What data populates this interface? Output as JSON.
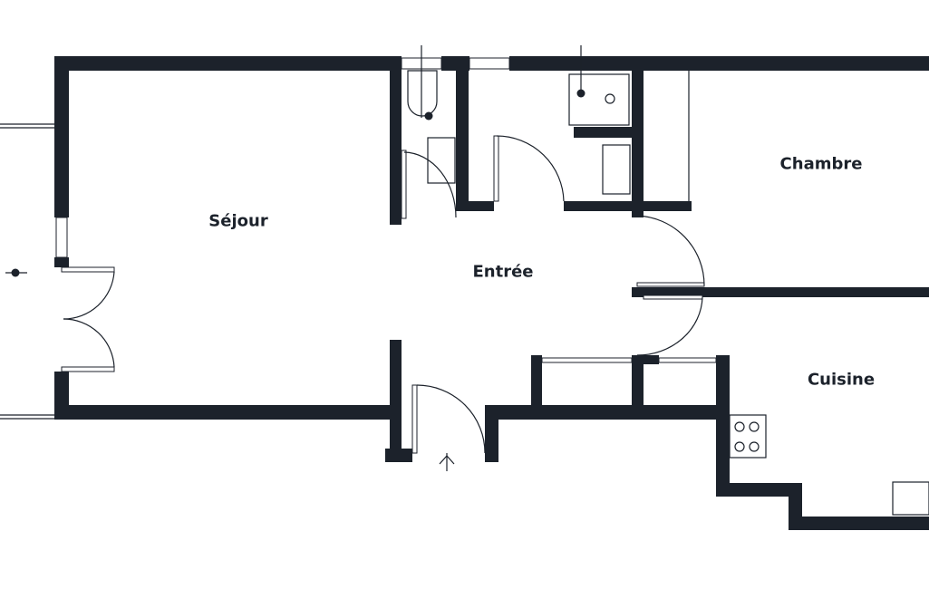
{
  "plan": {
    "rooms": [
      {
        "id": "sejour",
        "label": "Séjour"
      },
      {
        "id": "entree",
        "label": "Entrée"
      },
      {
        "id": "chambre",
        "label": "Chambre"
      },
      {
        "id": "cuisine",
        "label": "Cuisine"
      }
    ],
    "wall_color": "#1c222b"
  }
}
